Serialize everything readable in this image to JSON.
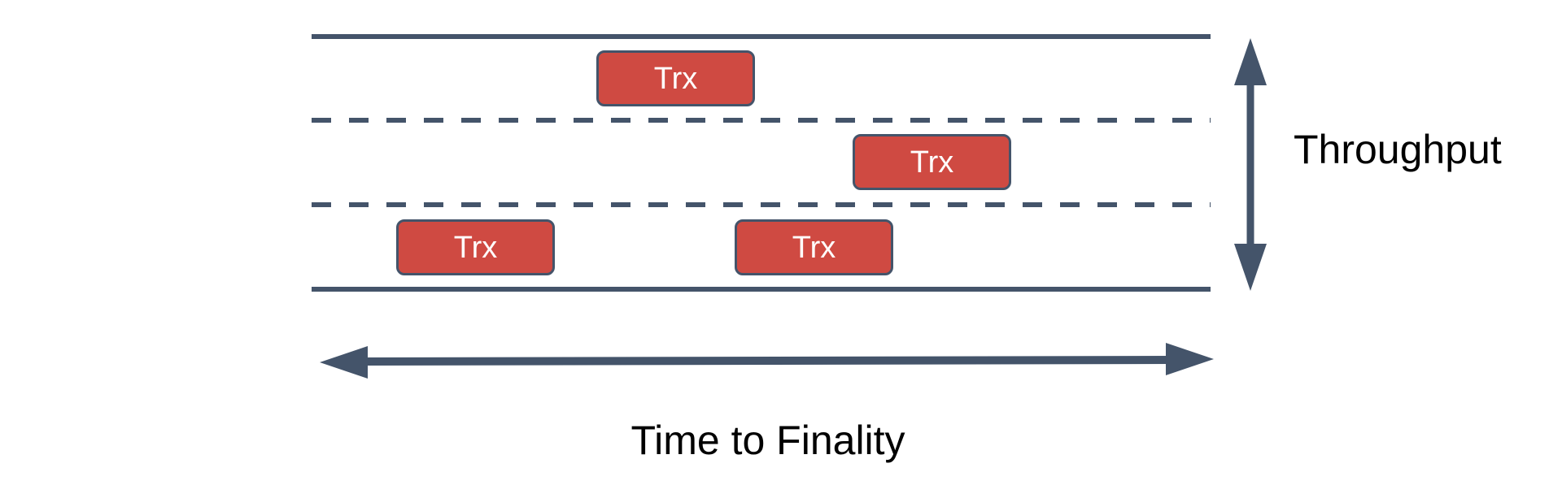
{
  "diagram": {
    "background": "#ffffff",
    "colors": {
      "lane_line": "#44546A",
      "axis_arrow": "#44546A",
      "trx_fill": "#CF4A42",
      "trx_border": "#44546A",
      "trx_text": "#ffffff",
      "label_text": "#000000"
    },
    "lanes": {
      "count": 3,
      "boundary_style": "solid",
      "divider_style": "dashed"
    },
    "boxes": [
      {
        "label": "Trx",
        "lane": "top"
      },
      {
        "label": "Trx",
        "lane": "middle"
      },
      {
        "label": "Trx",
        "lane": "bottom"
      },
      {
        "label": "Trx",
        "lane": "bottom"
      }
    ],
    "y_axis": {
      "label": "Throughput"
    },
    "x_axis": {
      "label": "Time to Finality"
    }
  }
}
